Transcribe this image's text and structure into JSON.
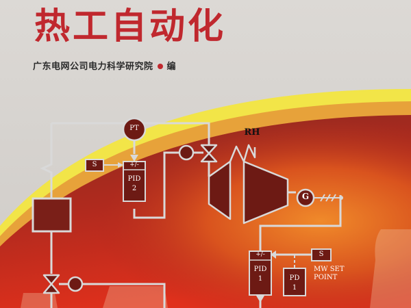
{
  "book": {
    "title": "热工自动化",
    "publisher": "广东电网公司电力科学研究院",
    "role": "编"
  },
  "diagram": {
    "pt_label": "PT",
    "setpoint_1": "S",
    "setpoint_2": "S",
    "pid2_sign": "+/-",
    "pid2_name": "PID",
    "pid2_num": "2",
    "reheat_label": "RH",
    "generator_label": "G",
    "pid1_sign": "+/-",
    "pid1_name": "PID",
    "pid1_num": "1",
    "pd1_name": "PD",
    "pd1_num": "1",
    "mw_setpoint_line1": "MW SET",
    "mw_setpoint_line2": "POINT"
  },
  "colors": {
    "title_red": "#c0282e",
    "yellow_band": "#f4e03a",
    "orange": "#e8892e",
    "deep_red": "#8c1d14",
    "line_gray": "#d9d9d9",
    "box_fill": "#7a1f18"
  }
}
